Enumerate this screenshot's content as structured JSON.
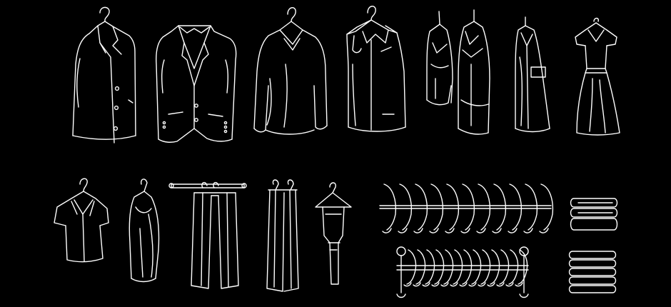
{
  "colors": {
    "background": "#000000",
    "stroke": "#ffffff"
  },
  "items": [
    {
      "id": "jacket-on-hanger",
      "icon": "jacket-icon"
    },
    {
      "id": "suit-jacket",
      "icon": "suit-jacket-icon"
    },
    {
      "id": "sweater-on-hanger",
      "icon": "sweater-icon"
    },
    {
      "id": "coat-on-hanger",
      "icon": "coat-icon"
    },
    {
      "id": "short-hanging-garment",
      "icon": "hanging-garment-icon"
    },
    {
      "id": "long-hanging-coat",
      "icon": "long-coat-icon"
    },
    {
      "id": "long-coat",
      "icon": "long-coat-icon"
    },
    {
      "id": "dress-on-hanger",
      "icon": "dress-icon"
    },
    {
      "id": "shirt-on-hanger",
      "icon": "shirt-icon"
    },
    {
      "id": "draped-garment",
      "icon": "draped-garment-icon"
    },
    {
      "id": "trousers-on-rail",
      "icon": "trousers-icon"
    },
    {
      "id": "trousers-on-hangers",
      "icon": "trousers-icon"
    },
    {
      "id": "trouser-hanger",
      "icon": "trouser-hanger-icon"
    },
    {
      "id": "hanger-rail-top",
      "icon": "hanger-rail-icon"
    },
    {
      "id": "hanger-rail-bottom",
      "icon": "hanger-rail-icon"
    },
    {
      "id": "folded-stack-small",
      "icon": "folded-clothes-icon"
    },
    {
      "id": "folded-stack-large",
      "icon": "folded-clothes-icon"
    }
  ]
}
